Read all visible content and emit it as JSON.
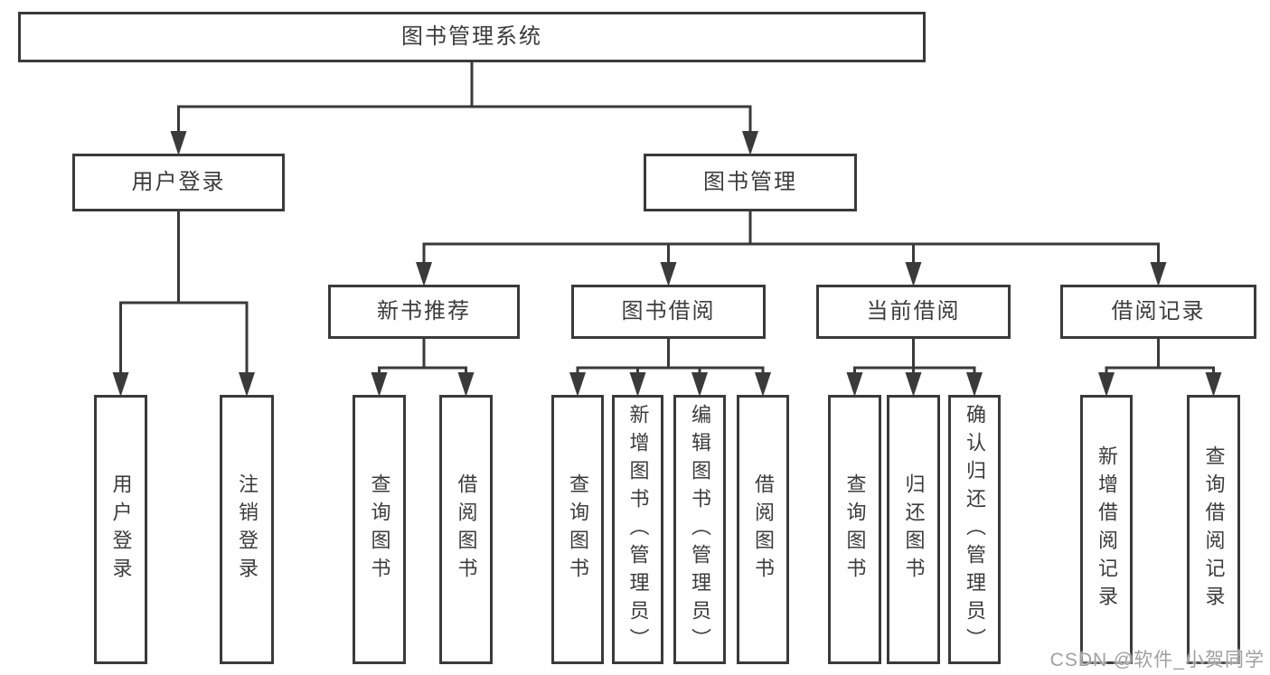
{
  "diagram": {
    "type": "hierarchy-tree",
    "title": "图书管理系统",
    "watermark": "CSDN @软件_小贺同学",
    "colors": {
      "line": "#3a3a3a",
      "box_border": "#3a3a3a",
      "box_bg": "#ffffff",
      "text": "#3c3c3c",
      "watermark": "#a0a0a0",
      "background": "#ffffff"
    },
    "nodes": [
      {
        "id": "root",
        "level": 1,
        "label": "图书管理系统"
      },
      {
        "id": "login",
        "level": 2,
        "label": "用户登录"
      },
      {
        "id": "mgmt",
        "level": 2,
        "label": "图书管理"
      },
      {
        "id": "newbook",
        "level": 3,
        "label": "新书推荐"
      },
      {
        "id": "borrow",
        "level": 3,
        "label": "图书借阅"
      },
      {
        "id": "current",
        "level": 3,
        "label": "当前借阅"
      },
      {
        "id": "record",
        "level": 3,
        "label": "借阅记录"
      },
      {
        "id": "leaf-user-login",
        "level": 4,
        "label": "用户登录"
      },
      {
        "id": "leaf-logout",
        "level": 4,
        "label": "注销登录"
      },
      {
        "id": "leaf-nb-query",
        "level": 4,
        "label": "查询图书"
      },
      {
        "id": "leaf-nb-borrow",
        "level": 4,
        "label": "借阅图书"
      },
      {
        "id": "leaf-bb-query",
        "level": 4,
        "label": "查询图书"
      },
      {
        "id": "leaf-bb-add",
        "level": 4,
        "label": "新增图书（管理员）"
      },
      {
        "id": "leaf-bb-edit",
        "level": 4,
        "label": "编辑图书（管理员）"
      },
      {
        "id": "leaf-bb-borrow",
        "level": 4,
        "label": "借阅图书"
      },
      {
        "id": "leaf-cb-query",
        "level": 4,
        "label": "查询图书"
      },
      {
        "id": "leaf-cb-return",
        "level": 4,
        "label": "归还图书"
      },
      {
        "id": "leaf-cb-confirm",
        "level": 4,
        "label": "确认归还（管理员）"
      },
      {
        "id": "leaf-rec-add",
        "level": 4,
        "label": "新增借阅记录"
      },
      {
        "id": "leaf-rec-query",
        "level": 4,
        "label": "查询借阅记录"
      }
    ],
    "edges": [
      {
        "from": "root",
        "to": "login"
      },
      {
        "from": "root",
        "to": "mgmt"
      },
      {
        "from": "login",
        "to": "leaf-user-login"
      },
      {
        "from": "login",
        "to": "leaf-logout"
      },
      {
        "from": "mgmt",
        "to": "newbook"
      },
      {
        "from": "mgmt",
        "to": "borrow"
      },
      {
        "from": "mgmt",
        "to": "current"
      },
      {
        "from": "mgmt",
        "to": "record"
      },
      {
        "from": "newbook",
        "to": "leaf-nb-query"
      },
      {
        "from": "newbook",
        "to": "leaf-nb-borrow"
      },
      {
        "from": "borrow",
        "to": "leaf-bb-query"
      },
      {
        "from": "borrow",
        "to": "leaf-bb-add"
      },
      {
        "from": "borrow",
        "to": "leaf-bb-edit"
      },
      {
        "from": "borrow",
        "to": "leaf-bb-borrow"
      },
      {
        "from": "current",
        "to": "leaf-cb-query"
      },
      {
        "from": "current",
        "to": "leaf-cb-return"
      },
      {
        "from": "current",
        "to": "leaf-cb-confirm"
      },
      {
        "from": "record",
        "to": "leaf-rec-add"
      },
      {
        "from": "record",
        "to": "leaf-rec-query"
      }
    ]
  }
}
